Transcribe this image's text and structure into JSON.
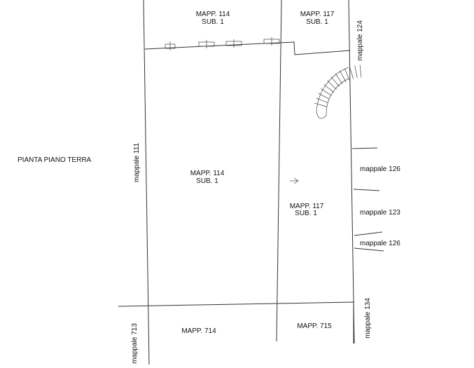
{
  "drawing": {
    "title": "PIANTA PIANO TERRA",
    "upper": {
      "left_parcel": {
        "line1": "MAPP. 114",
        "line2": "SUB. 1"
      },
      "right_parcel": {
        "line1": "MAPP. 117",
        "line2": "SUB. 1"
      }
    },
    "main": {
      "left_parcel": {
        "line1": "MAPP. 114",
        "line2": "SUB. 1"
      },
      "right_parcel": {
        "line1": "MAPP. 117",
        "line2": "SUB. 1"
      }
    },
    "lower": {
      "left_parcel": "MAPP. 714",
      "right_parcel": "MAPP. 715"
    },
    "neighbors": {
      "west_main": "mappale 111",
      "west_lower": "mappale 713",
      "east_top": "mappale 124",
      "east_a": "mappale 126",
      "east_b": "mappale 123",
      "east_c": "mappale 126",
      "east_bottom": "mappale 134"
    }
  },
  "icons": {
    "arrow": "arrow-right-icon",
    "stair": "spiral-staircase-icon"
  }
}
